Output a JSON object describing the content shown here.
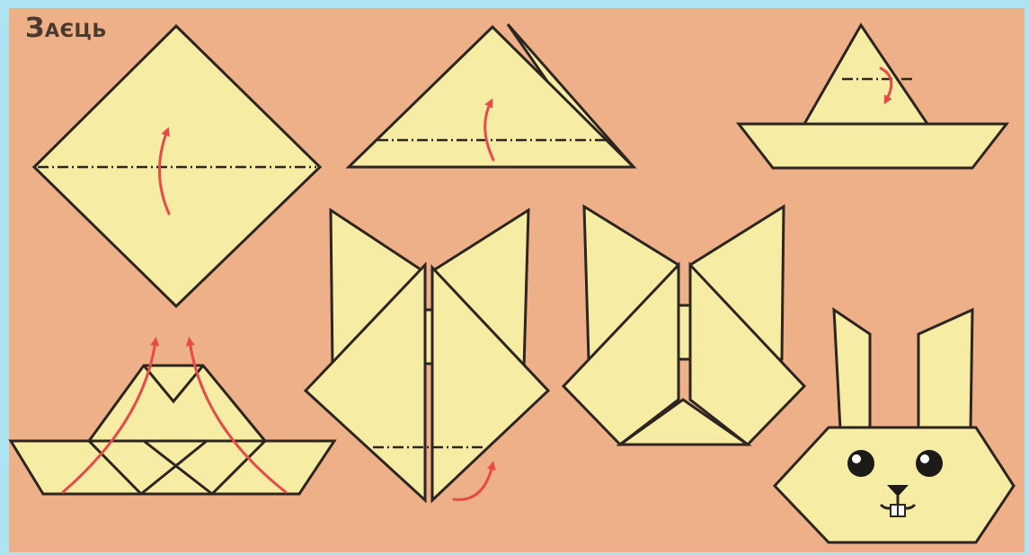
{
  "title": "Заєць",
  "colors": {
    "background": "#eeb088",
    "border": "#aee4f2",
    "paper": "#f6eca3",
    "outline": "#2d2520",
    "arrow": "#e84a4a"
  },
  "steps": [
    {
      "name": "step-1-square-fold-up"
    },
    {
      "name": "step-2-triangle-fold-up"
    },
    {
      "name": "step-3-fold-tip-down"
    },
    {
      "name": "step-4-fold-corners-up"
    },
    {
      "name": "step-5-fold-ears"
    },
    {
      "name": "step-6-fold-back"
    },
    {
      "name": "step-7-rabbit-face"
    }
  ]
}
